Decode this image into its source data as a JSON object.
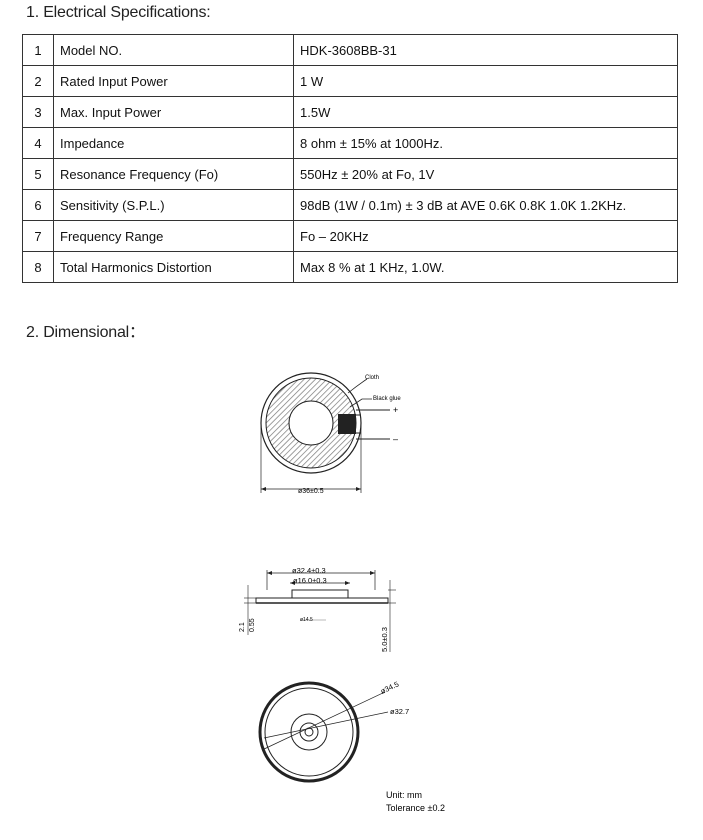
{
  "section1": {
    "title": "1. Electrical Specifications:"
  },
  "spec_rows": [
    {
      "no": "1",
      "name": "Model NO.",
      "value": "HDK-3608BB-31"
    },
    {
      "no": "2",
      "name": "Rated Input Power",
      "value": "1 W"
    },
    {
      "no": "3",
      "name": "Max. Input Power",
      "value": "1.5W"
    },
    {
      "no": "4",
      "name": "Impedance",
      "value": "8 ohm ± 15% at 1000Hz."
    },
    {
      "no": "5",
      "name": "Resonance Frequency (Fo)",
      "value": "550Hz ± 20% at    Fo, 1V"
    },
    {
      "no": "6",
      "name": "Sensitivity (S.P.L.)",
      "value": "98dB (1W / 0.1m) ± 3 dB    at AVE 0.6K 0.8K 1.0K 1.2KHz."
    },
    {
      "no": "7",
      "name": "Frequency Range",
      "value": "Fo – 20KHz"
    },
    {
      "no": "8",
      "name": "Total Harmonics Distortion",
      "value": "Max 8 % at 1 KHz, 1.0W."
    }
  ],
  "section2": {
    "title": "2. Dimensional："
  },
  "drawing_top": {
    "label_cloth": "Cloth",
    "label_glue": "Black glue",
    "label_plus": "+",
    "label_minus": "–",
    "dim_diameter": "ø36±0.5"
  },
  "drawing_side": {
    "dim_outer": "ø32.4±0.3",
    "dim_inner": "ø16.0±0.3",
    "dim_small": "ø14.5",
    "dim_h1": "2.1",
    "dim_h2": "0.55",
    "dim_total": "5.0±0.3"
  },
  "drawing_bottom": {
    "dim_a": "ø34.5",
    "dim_b": "ø32.7",
    "unit": "Unit: mm",
    "tolerance": "Tolerance ±0.2"
  }
}
